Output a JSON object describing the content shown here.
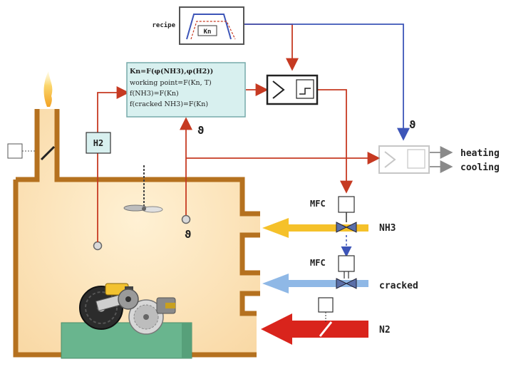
{
  "labels": {
    "recipe": "recipe",
    "kn_box": "Kn",
    "h2": "H2",
    "mfc_top": "MFC",
    "mfc_bottom": "MFC",
    "nh3": "NH3",
    "cracked": "cracked",
    "n2": "N2",
    "heating": "heating",
    "cooling": "cooling",
    "theta_sensor": "ϑ",
    "theta_model": "ϑ",
    "theta_right": "ϑ"
  },
  "model_box": {
    "lines": [
      "Kn=F(φ(NH3),φ(H2))",
      "working point=F(Kn, T)",
      "f(NH3)=F(Kn)",
      "f(cracked NH3)=F(Kn)"
    ]
  },
  "colors": {
    "furnace_wall": "#b5711f",
    "furnace_fill": "#fbe0b3",
    "signal_red": "#c63a22",
    "signal_blue": "#3d55b8",
    "nh3_arrow": "#f5c12a",
    "cracked_arrow": "#8fb8e6",
    "n2_arrow": "#d9241c",
    "model_box_fill": "#d8f0ef",
    "table_green": "#69b58e",
    "output_arrow": "#8a8a8a"
  }
}
